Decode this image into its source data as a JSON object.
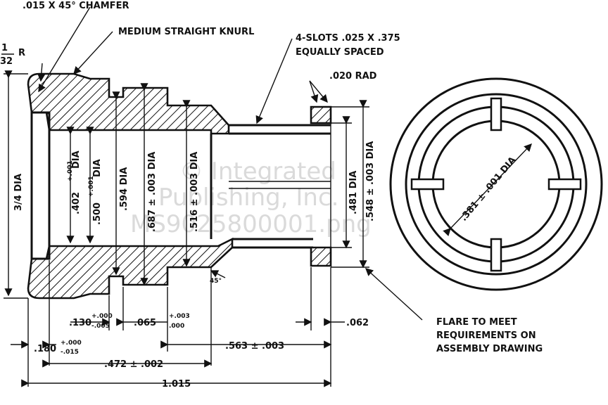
{
  "colors": {
    "ink": "#111111",
    "paper": "#ffffff",
    "watermark": "#bdbdbd"
  },
  "notes": {
    "chamfer": ".015 X 45° CHAMFER",
    "knurl": "MEDIUM STRAIGHT KNURL",
    "slots_1": "4-SLOTS .025 X .375",
    "slots_2": "EQUALLY SPACED",
    "rad": ".020 RAD",
    "flare_1": "FLARE TO MEET",
    "flare_2": "REQUIREMENTS ON",
    "flare_3": "ASSEMBLY DRAWING"
  },
  "corner_radius": {
    "num": "1",
    "den": "32",
    "suffix": "R"
  },
  "diameters": {
    "outer": "3/4 DIA",
    "d402": ".402",
    "d402_tol": "+.001",
    "d500": ".500",
    "d500_tol": "+.001",
    "d594": ".594 DIA",
    "d687": ".687 ± .003 DIA",
    "d516": ".516 ± .003 DIA",
    "d481": ".481 DIA",
    "d548": ".548 ± .003 DIA",
    "d381": ".381 ± .001 DIA",
    "dia_suffix": "DIA"
  },
  "angle": "45°",
  "lengths": {
    "l130": ".130",
    "l130_tol_up": "+.000",
    "l130_tol_dn": "-.005",
    "l065": ".065",
    "l065_tol_up": "+.003",
    "l065_tol_dn": ".000",
    "l062": ".062",
    "l180": ".180",
    "l180_tol_up": "+.000",
    "l180_tol_dn": "-.015",
    "l563": ".563 ± .003",
    "l472": ".472 ± .002",
    "l1015": "1.015"
  },
  "watermark": {
    "line1": "© Integrated",
    "line2": "Publishing, Inc.",
    "line3": "MS9025800001.png"
  }
}
